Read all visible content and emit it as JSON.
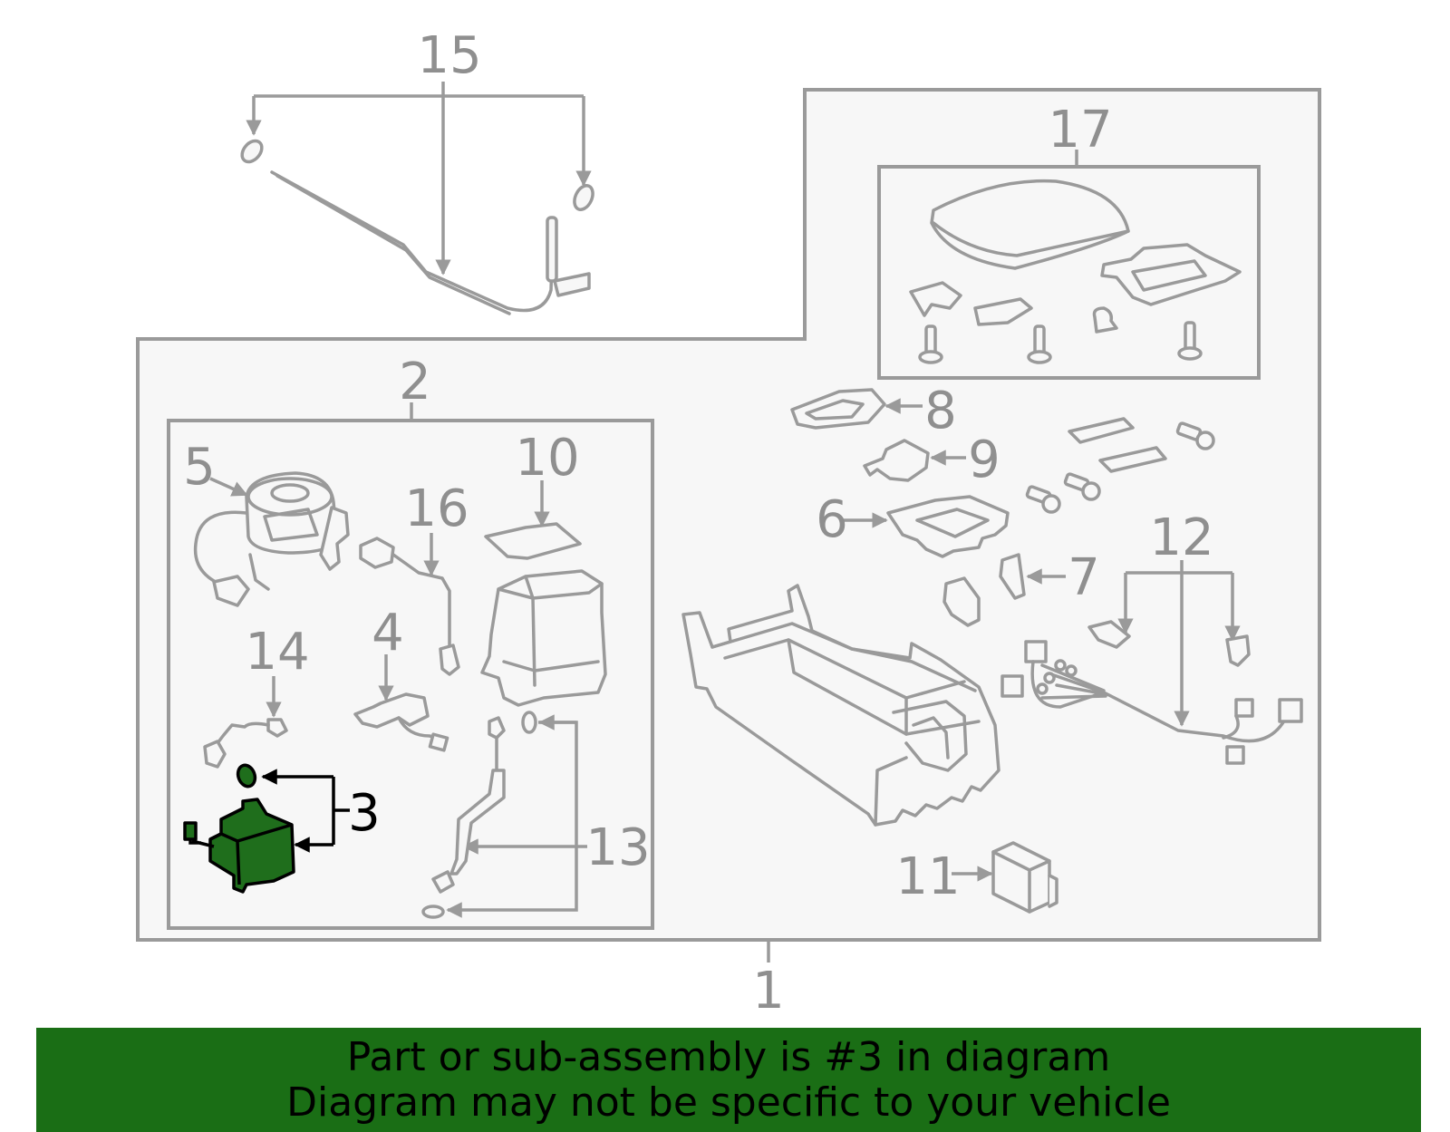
{
  "diagram": {
    "callouts": {
      "c1": "1",
      "c2": "2",
      "c3": "3",
      "c4": "4",
      "c5": "5",
      "c6": "6",
      "c7": "7",
      "c8": "8",
      "c9": "9",
      "c10": "10",
      "c11": "11",
      "c12": "12",
      "c13": "13",
      "c14": "14",
      "c15": "15",
      "c16": "16",
      "c17": "17"
    },
    "highlighted_part": "3",
    "colors": {
      "line": "#9a9a9a",
      "highlight": "#1f6e1c",
      "banner": "#1a6e15"
    }
  },
  "banner": {
    "line1": "Part or sub-assembly is #3 in diagram",
    "line2": "Diagram may not be specific to your vehicle"
  }
}
